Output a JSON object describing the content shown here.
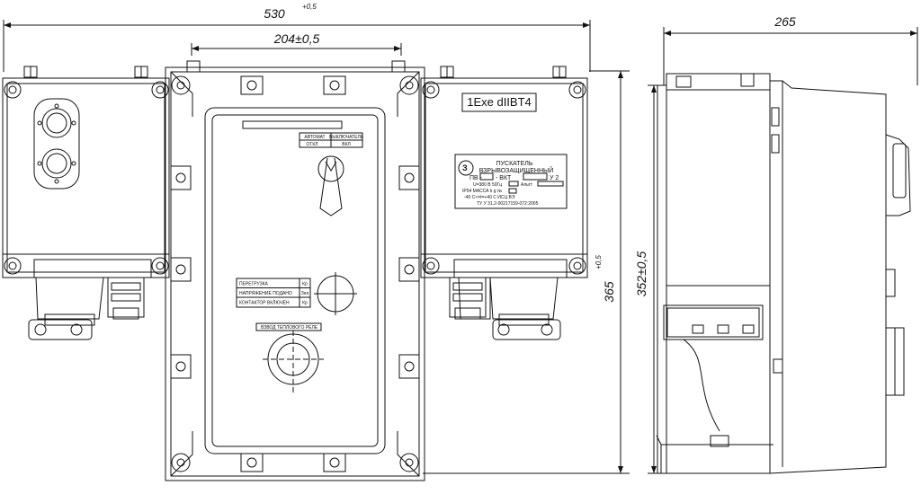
{
  "dimensions": {
    "overall_width": "530",
    "overall_width_tol": "+0,5",
    "mount_width": "204±0,5",
    "depth": "265",
    "overall_height": "365",
    "overall_height_tol": "+0,5",
    "mount_height": "352±0,5"
  },
  "marking_tag": "1Exe dIIBT4",
  "center_panel": {
    "switch_header_1": "АВТОМАТ",
    "switch_header_2": "ВЫКЛЮЧАТЕЛЬ",
    "switch_off": "ОТКЛ",
    "switch_on": "ВКЛ",
    "indicators": [
      {
        "label": "ПЕРЕГРУЗКА",
        "code": "Кр"
      },
      {
        "label": "НАПРЯЖЕНИЕ ПОДАНО",
        "code": "Зел"
      },
      {
        "label": "КОНТАКТОР ВКЛЮЧЕН",
        "code": "Кр"
      }
    ],
    "relay_label": "ВЗВОД ТЕПЛОВОГО РЕЛЕ"
  },
  "nameplate": {
    "line1": "ПУСКАТЕЛЬ",
    "line2": "ВЗРЫВОЗАЩИЩЕННЫЙ",
    "model_prefix": "ПВ -",
    "model_mid": "- ВКТ",
    "model_suffix": "У 2",
    "row_a": "U=380 В    50Гц",
    "row_a_right": "Альтт",
    "row_b": "IP54    МАССА      k g   №",
    "row_c": "-40 С<=t=+40 С   ИСЦ ВЭ",
    "row_d": "ТУ У  31.2-00217159-072:2005"
  },
  "colors": {
    "line": "#111111",
    "background": "#ffffff"
  }
}
